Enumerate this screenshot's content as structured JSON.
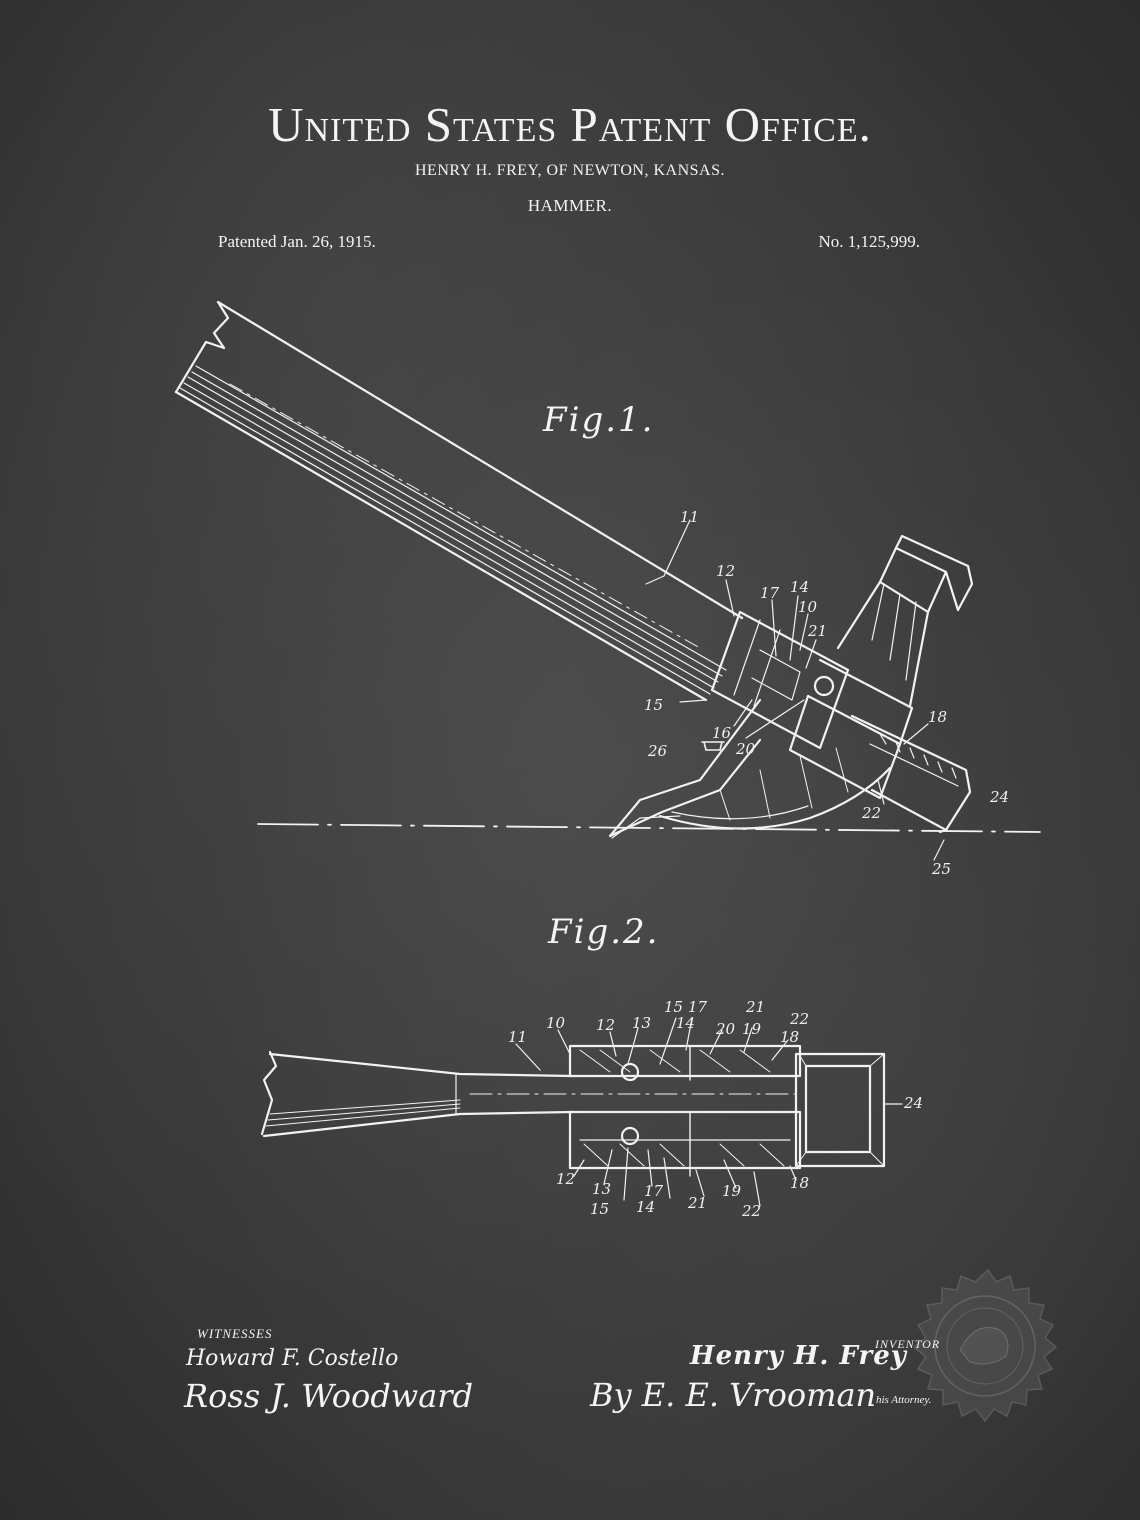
{
  "header": {
    "title": "United States Patent Office.",
    "inventor_line": "HENRY H. FREY, OF NEWTON, KANSAS.",
    "invention": "HAMMER.",
    "patented_date": "Patented Jan. 26, 1915.",
    "patent_number": "No. 1,125,999."
  },
  "figures": {
    "fig1_label": "Fig.1.",
    "fig2_label": "Fig.2.",
    "fig1_refs": [
      "11",
      "12",
      "17",
      "14",
      "10",
      "21",
      "15",
      "16",
      "20",
      "18",
      "26",
      "22",
      "24",
      "25"
    ],
    "fig2_refs_top": [
      "10",
      "12",
      "13",
      "15",
      "17",
      "14",
      "20",
      "21",
      "19",
      "22",
      "18",
      "11"
    ],
    "fig2_refs_bottom": [
      "12",
      "13",
      "15",
      "17",
      "14",
      "21",
      "19",
      "22",
      "18"
    ],
    "fig2_ref_side": "24"
  },
  "footer": {
    "witnesses_label": "WITNESSES",
    "witness_1": "Howard F. Costello",
    "witness_2": "Ross J. Woodward",
    "inventor_label": "INVENTOR",
    "inventor_signature": "Henry H. Frey",
    "attorney_signature": "By E. E. Vrooman",
    "attorney_title": "his Attorney."
  },
  "colors": {
    "background": "#3a3a3a",
    "ink": "#f4f4f4"
  },
  "seal": "patent-office-seal"
}
